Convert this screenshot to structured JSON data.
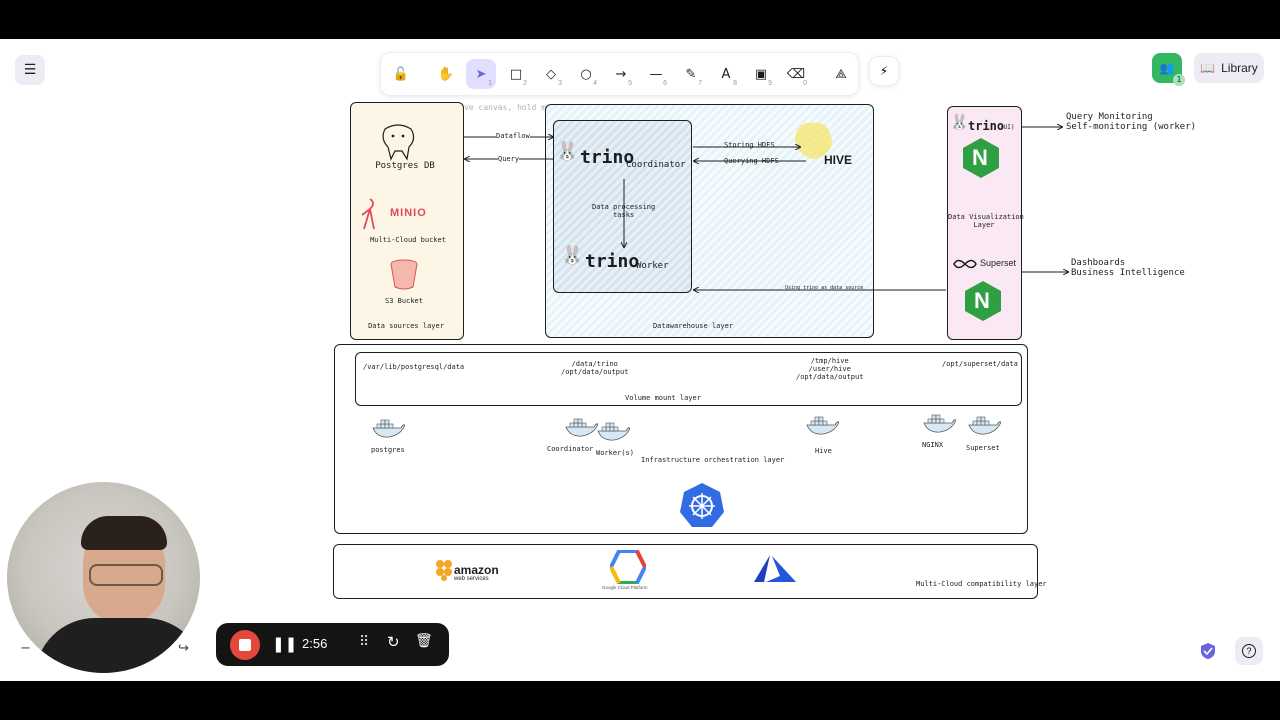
{
  "toolbar": {
    "hint": "To move canvas, hold mouse wheel or spacebar while dragging, or use the hand tool",
    "tools": [
      {
        "name": "lock",
        "glyph": "🔓",
        "key": ""
      },
      {
        "name": "hand",
        "glyph": "✋",
        "key": ""
      },
      {
        "name": "selection",
        "glyph": "➤",
        "key": "1"
      },
      {
        "name": "rectangle",
        "glyph": "□",
        "key": "2"
      },
      {
        "name": "diamond",
        "glyph": "◇",
        "key": "3"
      },
      {
        "name": "ellipse",
        "glyph": "○",
        "key": "4"
      },
      {
        "name": "arrow",
        "glyph": "→",
        "key": "5"
      },
      {
        "name": "line",
        "glyph": "—",
        "key": "6"
      },
      {
        "name": "draw",
        "glyph": "✎",
        "key": "7"
      },
      {
        "name": "text",
        "glyph": "A",
        "key": "8"
      },
      {
        "name": "image",
        "glyph": "▣",
        "key": "9"
      },
      {
        "name": "eraser",
        "glyph": "⌫",
        "key": "0"
      },
      {
        "name": "more-shapes",
        "glyph": "⟁",
        "key": ""
      }
    ],
    "laser_glyph": "⚡"
  },
  "header": {
    "library_label": "Library",
    "collab_count": "1"
  },
  "diagram": {
    "postgres_label": "Postgres DB",
    "minio_logo": "MINIO",
    "minio_label": "Multi-Cloud bucket",
    "s3_label": "S3 Bucket",
    "sources_layer": "Data sources layer",
    "dataflow": "Dataflow",
    "query": "Query",
    "trino_text": "trino",
    "coordinator": "Coordinator",
    "worker": "Worker",
    "processing": "Data processing\ntasks",
    "storing_hdfs": "Storing HDFS",
    "querying_hdfs": "Querying HDFS",
    "hive": "HIVE",
    "using_trino": "Using trino as data source",
    "warehouse_layer": "Datawarehouse layer",
    "trino_ui_text": "trino",
    "trino_ui_suffix": "(UI)",
    "nginx_letter": "N",
    "viz_layer": "Data Visualization\nLayer",
    "superset_text": "Superset",
    "query_monitoring": "Query Monitoring\nSelf-monitoring (worker)",
    "dashboards": "Dashboards\nBusiness Intelligence",
    "vol_postgres": "/var/lib/postgresql/data",
    "vol_trino": "/data/trino\n/opt/data/output",
    "vol_hive": "/tmp/hive\n/user/hive\n/opt/data/output",
    "vol_superset": "/opt/superset/data",
    "volume_layer": "Volume mount layer",
    "c_postgres": "postgres",
    "c_coordinator": "Coordinator",
    "c_workers": "Worker(s)",
    "infra_layer": "Infrastructure orchestration layer",
    "c_hive": "Hive",
    "c_nginx": "NGINX",
    "c_superset": "Superset",
    "aws_main": "amazon",
    "aws_sub": "web services",
    "gcp_label": "Google Cloud Platform",
    "multicloud_layer": "Multi-Cloud compatibility layer"
  },
  "recorder": {
    "time": "2:56"
  },
  "colors": {
    "accent": "#6965db",
    "selected_bg": "#e0dfff",
    "nginx_green": "#2ea043",
    "k8s_blue": "#326ce5",
    "record_red": "#e5483a"
  }
}
